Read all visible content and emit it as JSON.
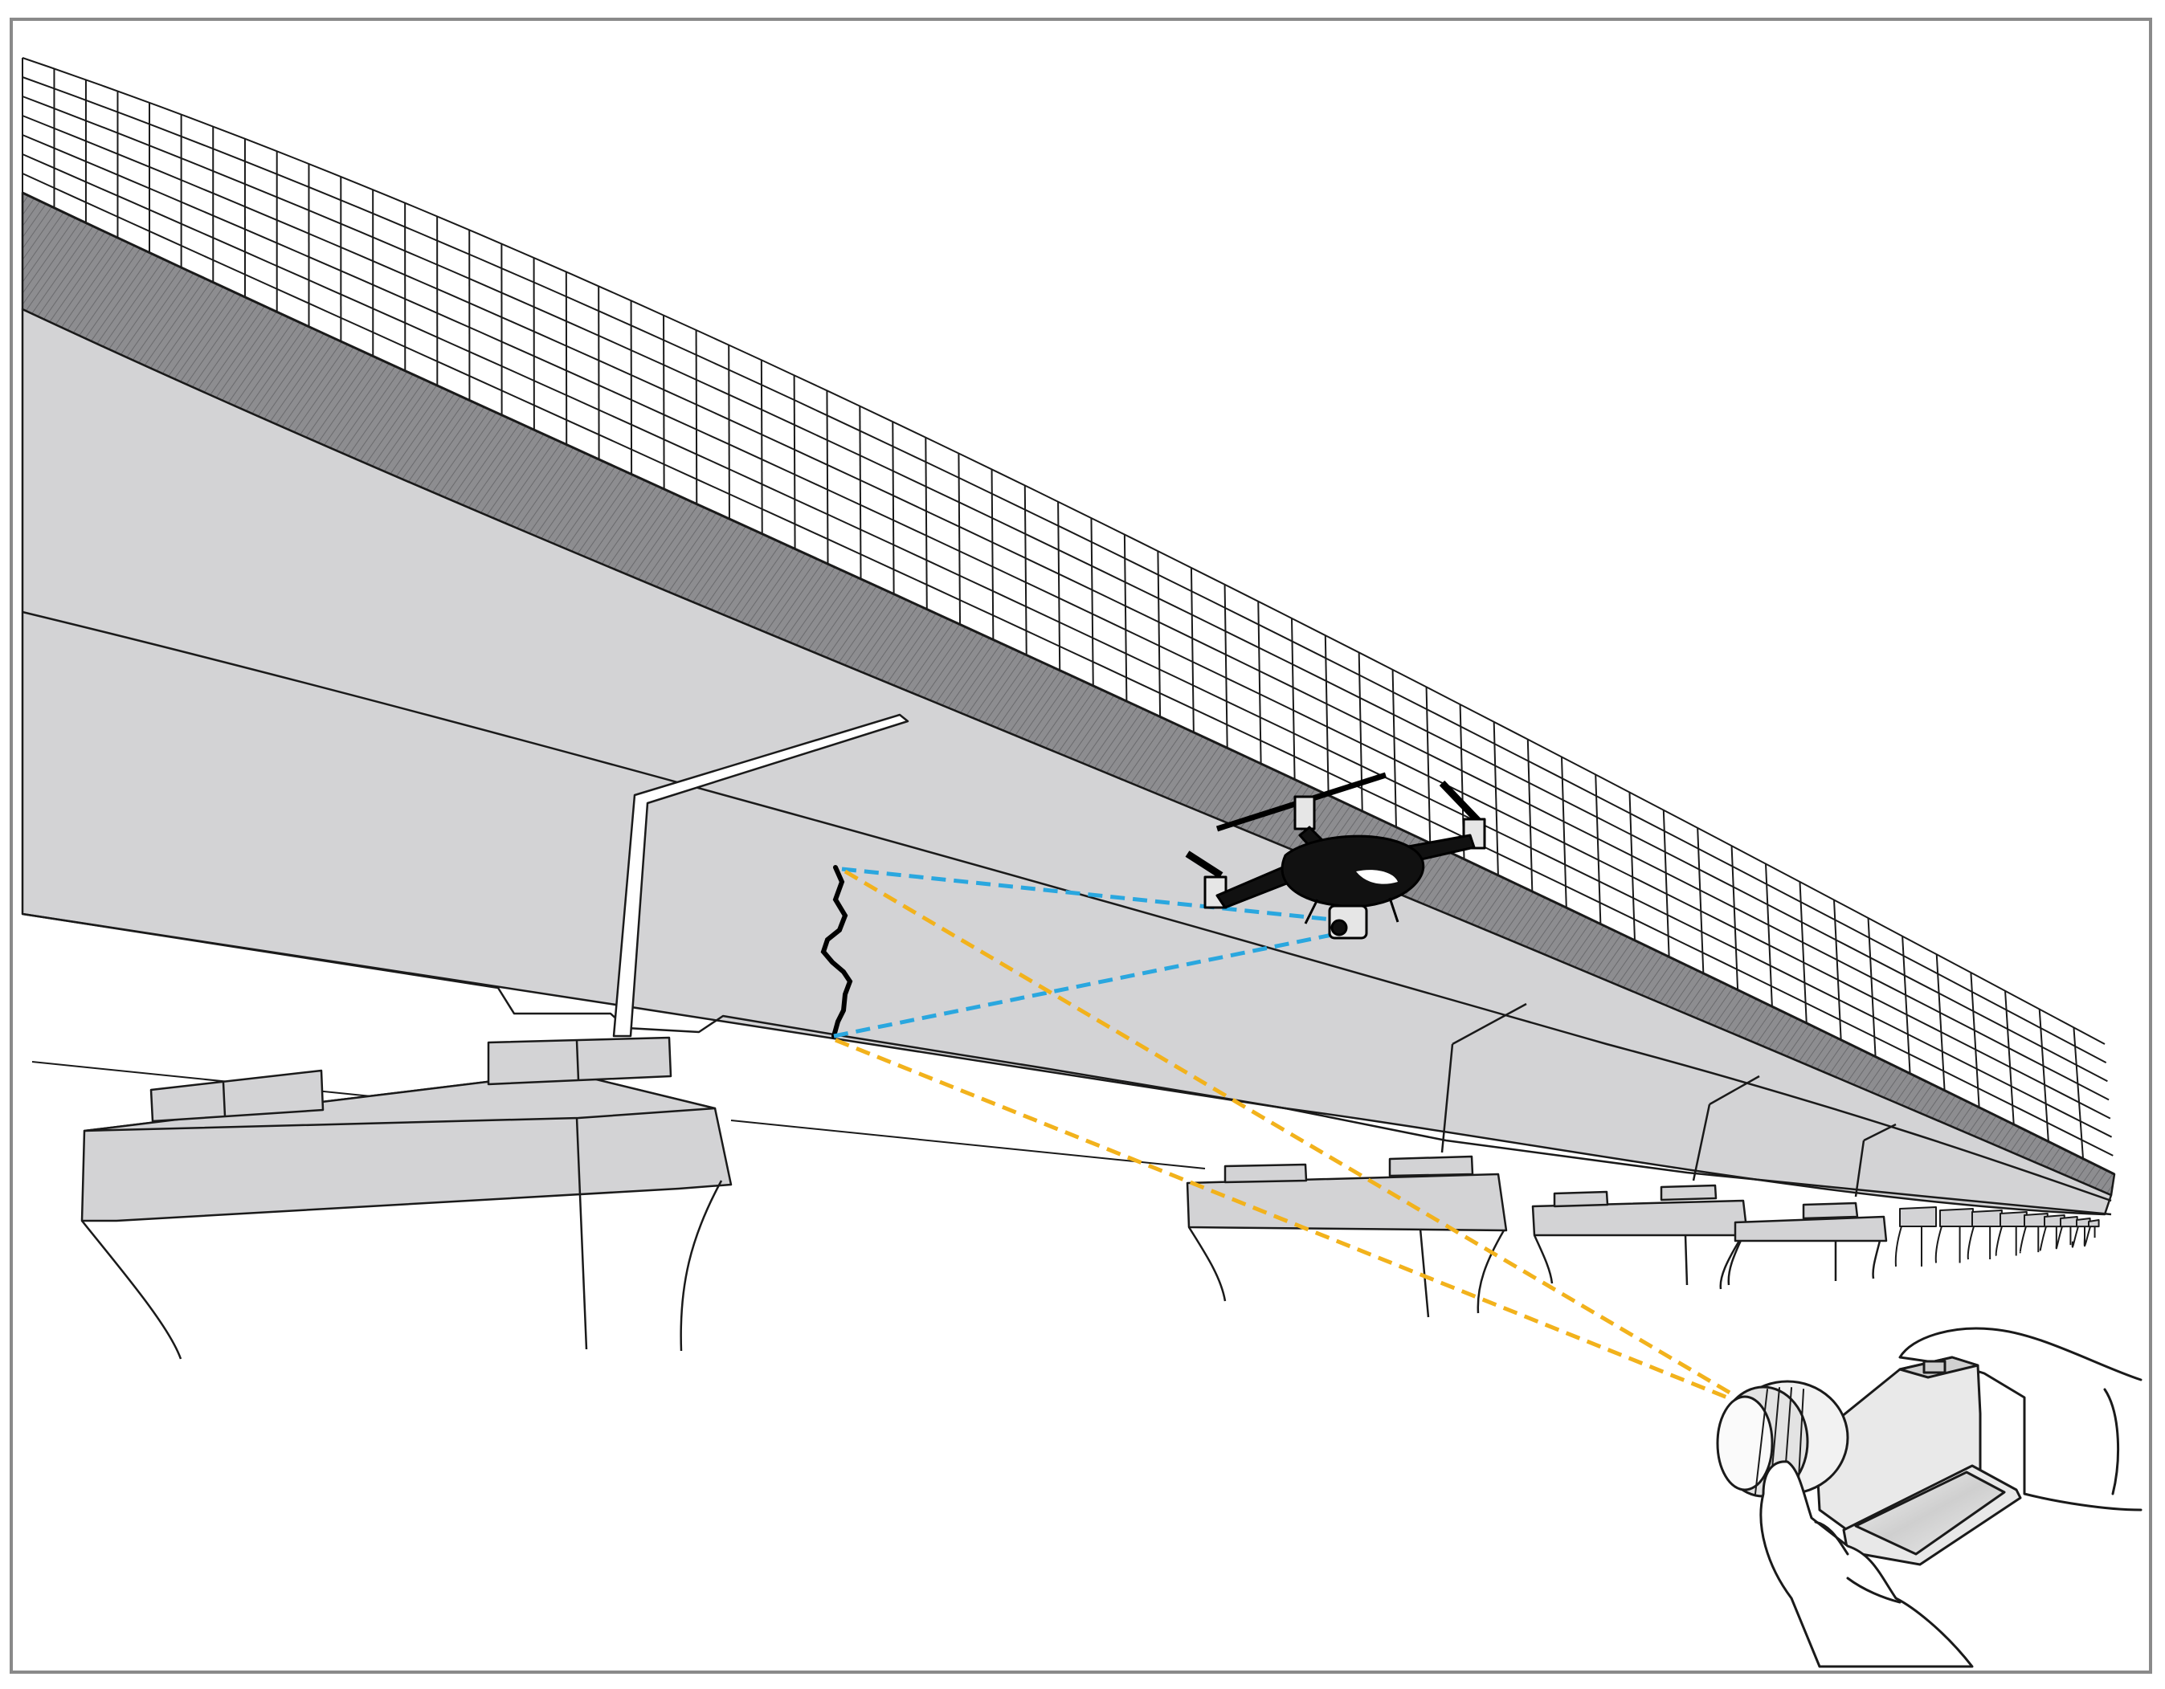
{
  "colors": {
    "concrete": "#d3d3d5",
    "concrete_dark": "#8d8d90",
    "ink": "#1a1a1a",
    "frame": "#8a8a8a",
    "drone_sightline": "#2aa7df",
    "camera_sightline": "#f2b21c",
    "background": "#ffffff"
  },
  "icons": {
    "drone": "quadcopter-drone-icon",
    "camera": "handheld-camera-icon",
    "crack": "concrete-crack-icon"
  },
  "scene": {
    "subject": "bridge-underside-inspection",
    "sightlines": [
      {
        "from": "drone",
        "to": "crack",
        "style": "dashed",
        "color_key": "drone_sightline"
      },
      {
        "from": "camera",
        "to": "crack",
        "style": "dashed",
        "color_key": "camera_sightline"
      }
    ]
  }
}
